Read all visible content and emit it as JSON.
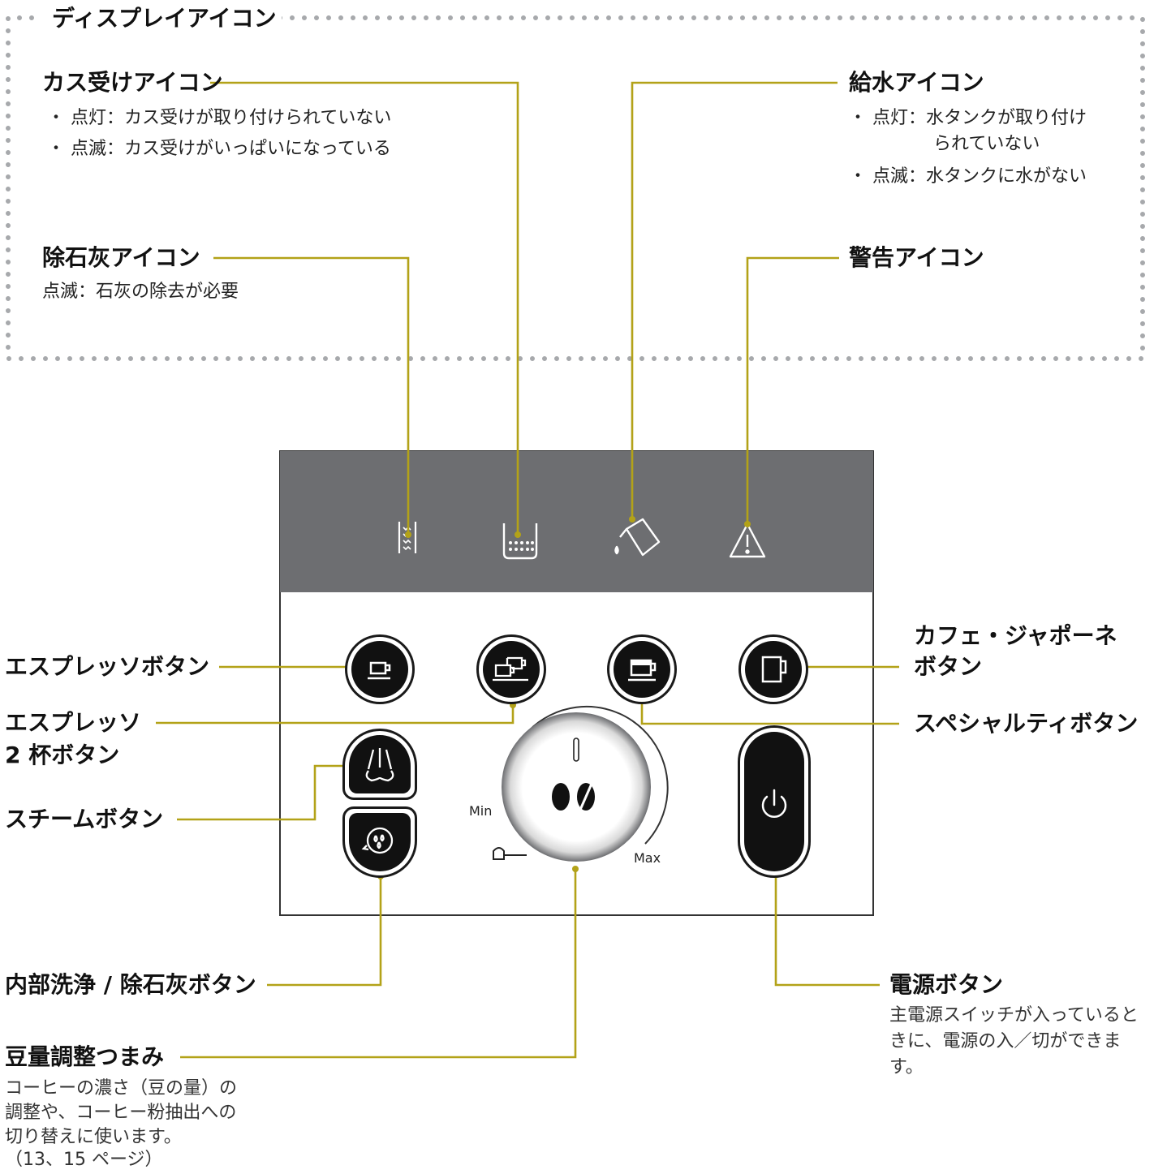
{
  "display_box": {
    "title": "ディスプレイアイコン",
    "grounds_icon": {
      "name": "カス受けアイコン",
      "items": [
        "・ 点灯：カス受けが取り付けられていない",
        "・ 点滅：カス受けがいっぱいになっている"
      ]
    },
    "water_icon": {
      "name": "給水アイコン",
      "item1_line1": "・ 点灯：水タンクが取り付け",
      "item1_line2": "られていない",
      "item2": "・ 点滅：水タンクに水がない"
    },
    "descale_icon": {
      "name": "除石灰アイコン",
      "desc": "点滅：石灰の除去が必要"
    },
    "warning_icon": {
      "name": "警告アイコン"
    }
  },
  "buttons": {
    "espresso": "エスプレッソボタン",
    "espresso2_line1": "エスプレッソ",
    "espresso2_line2": "2 杯ボタン",
    "steam": "スチームボタン",
    "cafe_line1": "カフェ・ジャポーネ",
    "cafe_line2": "ボタン",
    "specialty": "スペシャルティボタン",
    "rinse": "内部洗浄 / 除石灰ボタン",
    "power": "電源ボタン",
    "power_desc": "主電源スイッチが入っているときに、電源の入／切ができます。"
  },
  "knob": {
    "name": "豆量調整つまみ",
    "desc_line1": "コーヒーの濃さ（豆の量）の",
    "desc_line2": "調整や、コーヒー粉抽出への",
    "desc_line3": "切り替えに使います。",
    "desc_line4": "（13、15 ページ）",
    "min_label": "Min",
    "max_label": "Max"
  },
  "colors": {
    "leader": "#b3a218",
    "display": "#6d6e71",
    "dots": "#a7a9ac"
  },
  "icons": [
    "descale-icon",
    "grounds-container-icon",
    "water-pitcher-icon",
    "warning-triangle-icon",
    "espresso-cup-icon",
    "double-espresso-icon",
    "specialty-cup-icon",
    "mug-icon",
    "steam-icon",
    "rinse-icon",
    "power-icon",
    "coffee-beans-icon",
    "ground-coffee-scoop-icon"
  ]
}
